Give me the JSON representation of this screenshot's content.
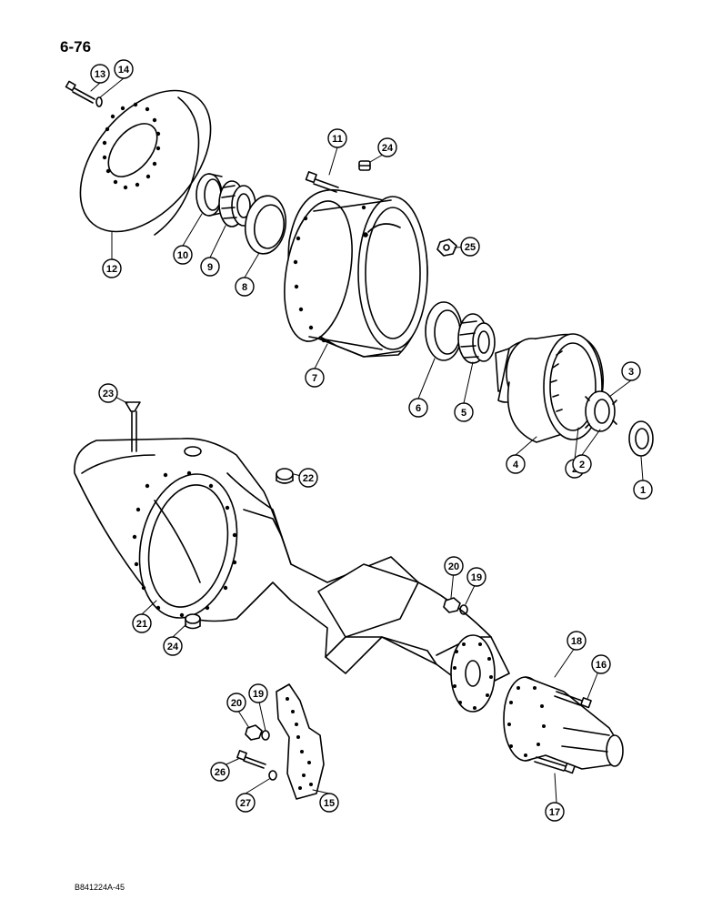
{
  "page_number": "6-76",
  "document_code": "B841224A-45",
  "callouts": [
    "1",
    "2",
    "2",
    "3",
    "4",
    "5",
    "6",
    "7",
    "8",
    "9",
    "10",
    "11",
    "12",
    "13",
    "14",
    "15",
    "16",
    "17",
    "18",
    "19",
    "19",
    "20",
    "20",
    "21",
    "22",
    "23",
    "24",
    "24",
    "25",
    "26",
    "27"
  ]
}
